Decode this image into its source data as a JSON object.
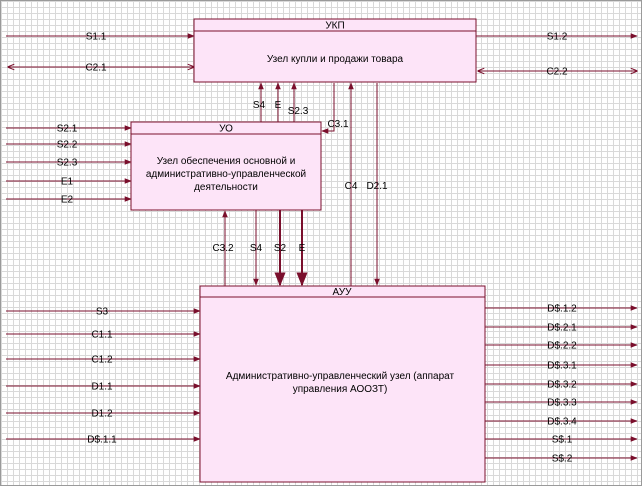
{
  "colors": {
    "arrow": "#7a0f2c",
    "box_fill": "#fde4f8",
    "box_stroke": "#7a0f2c"
  },
  "blocks": {
    "ukp": {
      "title": "УКП",
      "text": [
        "Узел купли и продажи товара"
      ]
    },
    "uo": {
      "title": "УО",
      "text": [
        "Узел обеспечения основной и",
        "административно-управленческой",
        "деятельности"
      ]
    },
    "auu": {
      "title": "АУУ",
      "text": [
        "Административно-управленческий узел (аппарат",
        "управления АООЗТ)"
      ]
    }
  },
  "labels": {
    "s1_1": "S1.1",
    "c2_1": "C2.1",
    "s1_2": "S1.2",
    "c2_2": "C2.2",
    "s4_top": "S4",
    "e_top": "E",
    "s2_3_top": "S2.3",
    "c3_1": "C3.1",
    "c4": "C4",
    "d2_1": "D2.1",
    "s2_1": "S2.1",
    "s2_2": "S2.2",
    "s2_3": "S2.3",
    "e1": "E1",
    "e2": "E2",
    "c3_2": "C3.2",
    "s4_mid": "S4",
    "s2_mid": "S2",
    "e_mid": "E",
    "s3": "S3",
    "c1_1": "C1.1",
    "c1_2": "C1.2",
    "d1_1": "D1.1",
    "d1_2": "D1.2",
    "ds1_1": "D$.1.1",
    "ds1_2": "D$.1.2",
    "ds2_1": "D$.2.1",
    "ds2_2": "D$.2.2",
    "ds3_1": "D$.3.1",
    "ds3_2": "D$.3.2",
    "ds3_3": "D$.3.3",
    "ds3_4": "D$.3.4",
    "ss1": "S$.1",
    "ss2": "S$.2"
  }
}
